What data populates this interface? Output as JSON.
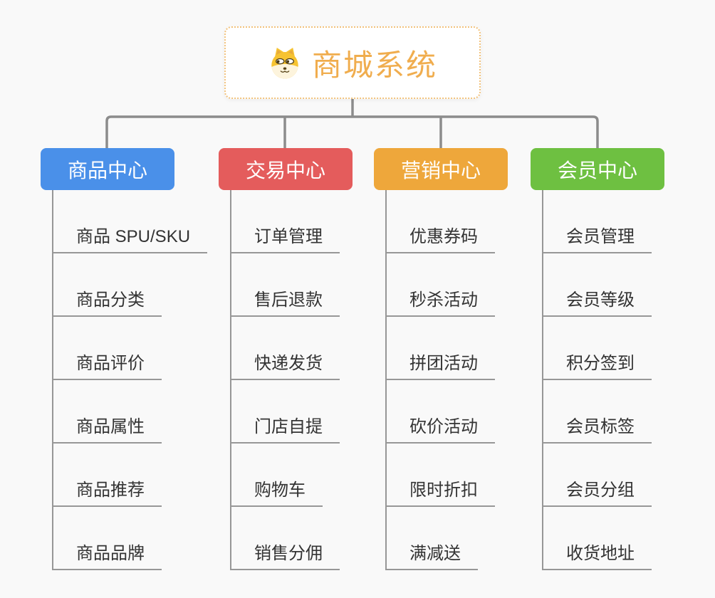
{
  "canvas": {
    "background": "#f9f9f9",
    "connector_color": "#8c8c8c"
  },
  "root": {
    "title": "商城系统",
    "icon": "shiba-dog-icon",
    "title_color": "#f0ad4e",
    "border_color": "#f2c27c",
    "background": "#ffffff"
  },
  "branches": [
    {
      "id": "product-center",
      "label": "商品中心",
      "color": "#4a90e9",
      "children": [
        "商品 SPU/SKU",
        "商品分类",
        "商品评价",
        "商品属性",
        "商品推荐",
        "商品品牌"
      ]
    },
    {
      "id": "trade-center",
      "label": "交易中心",
      "color": "#e45c5c",
      "children": [
        "订单管理",
        "售后退款",
        "快递发货",
        "门店自提",
        "购物车",
        "销售分佣"
      ]
    },
    {
      "id": "marketing-center",
      "label": "营销中心",
      "color": "#eea73b",
      "children": [
        "优惠券码",
        "秒杀活动",
        "拼团活动",
        "砍价活动",
        "限时折扣",
        "满减送"
      ]
    },
    {
      "id": "member-center",
      "label": "会员中心",
      "color": "#6ec041",
      "children": [
        "会员管理",
        "会员等级",
        "积分签到",
        "会员标签",
        "会员分组",
        "收货地址"
      ]
    }
  ]
}
